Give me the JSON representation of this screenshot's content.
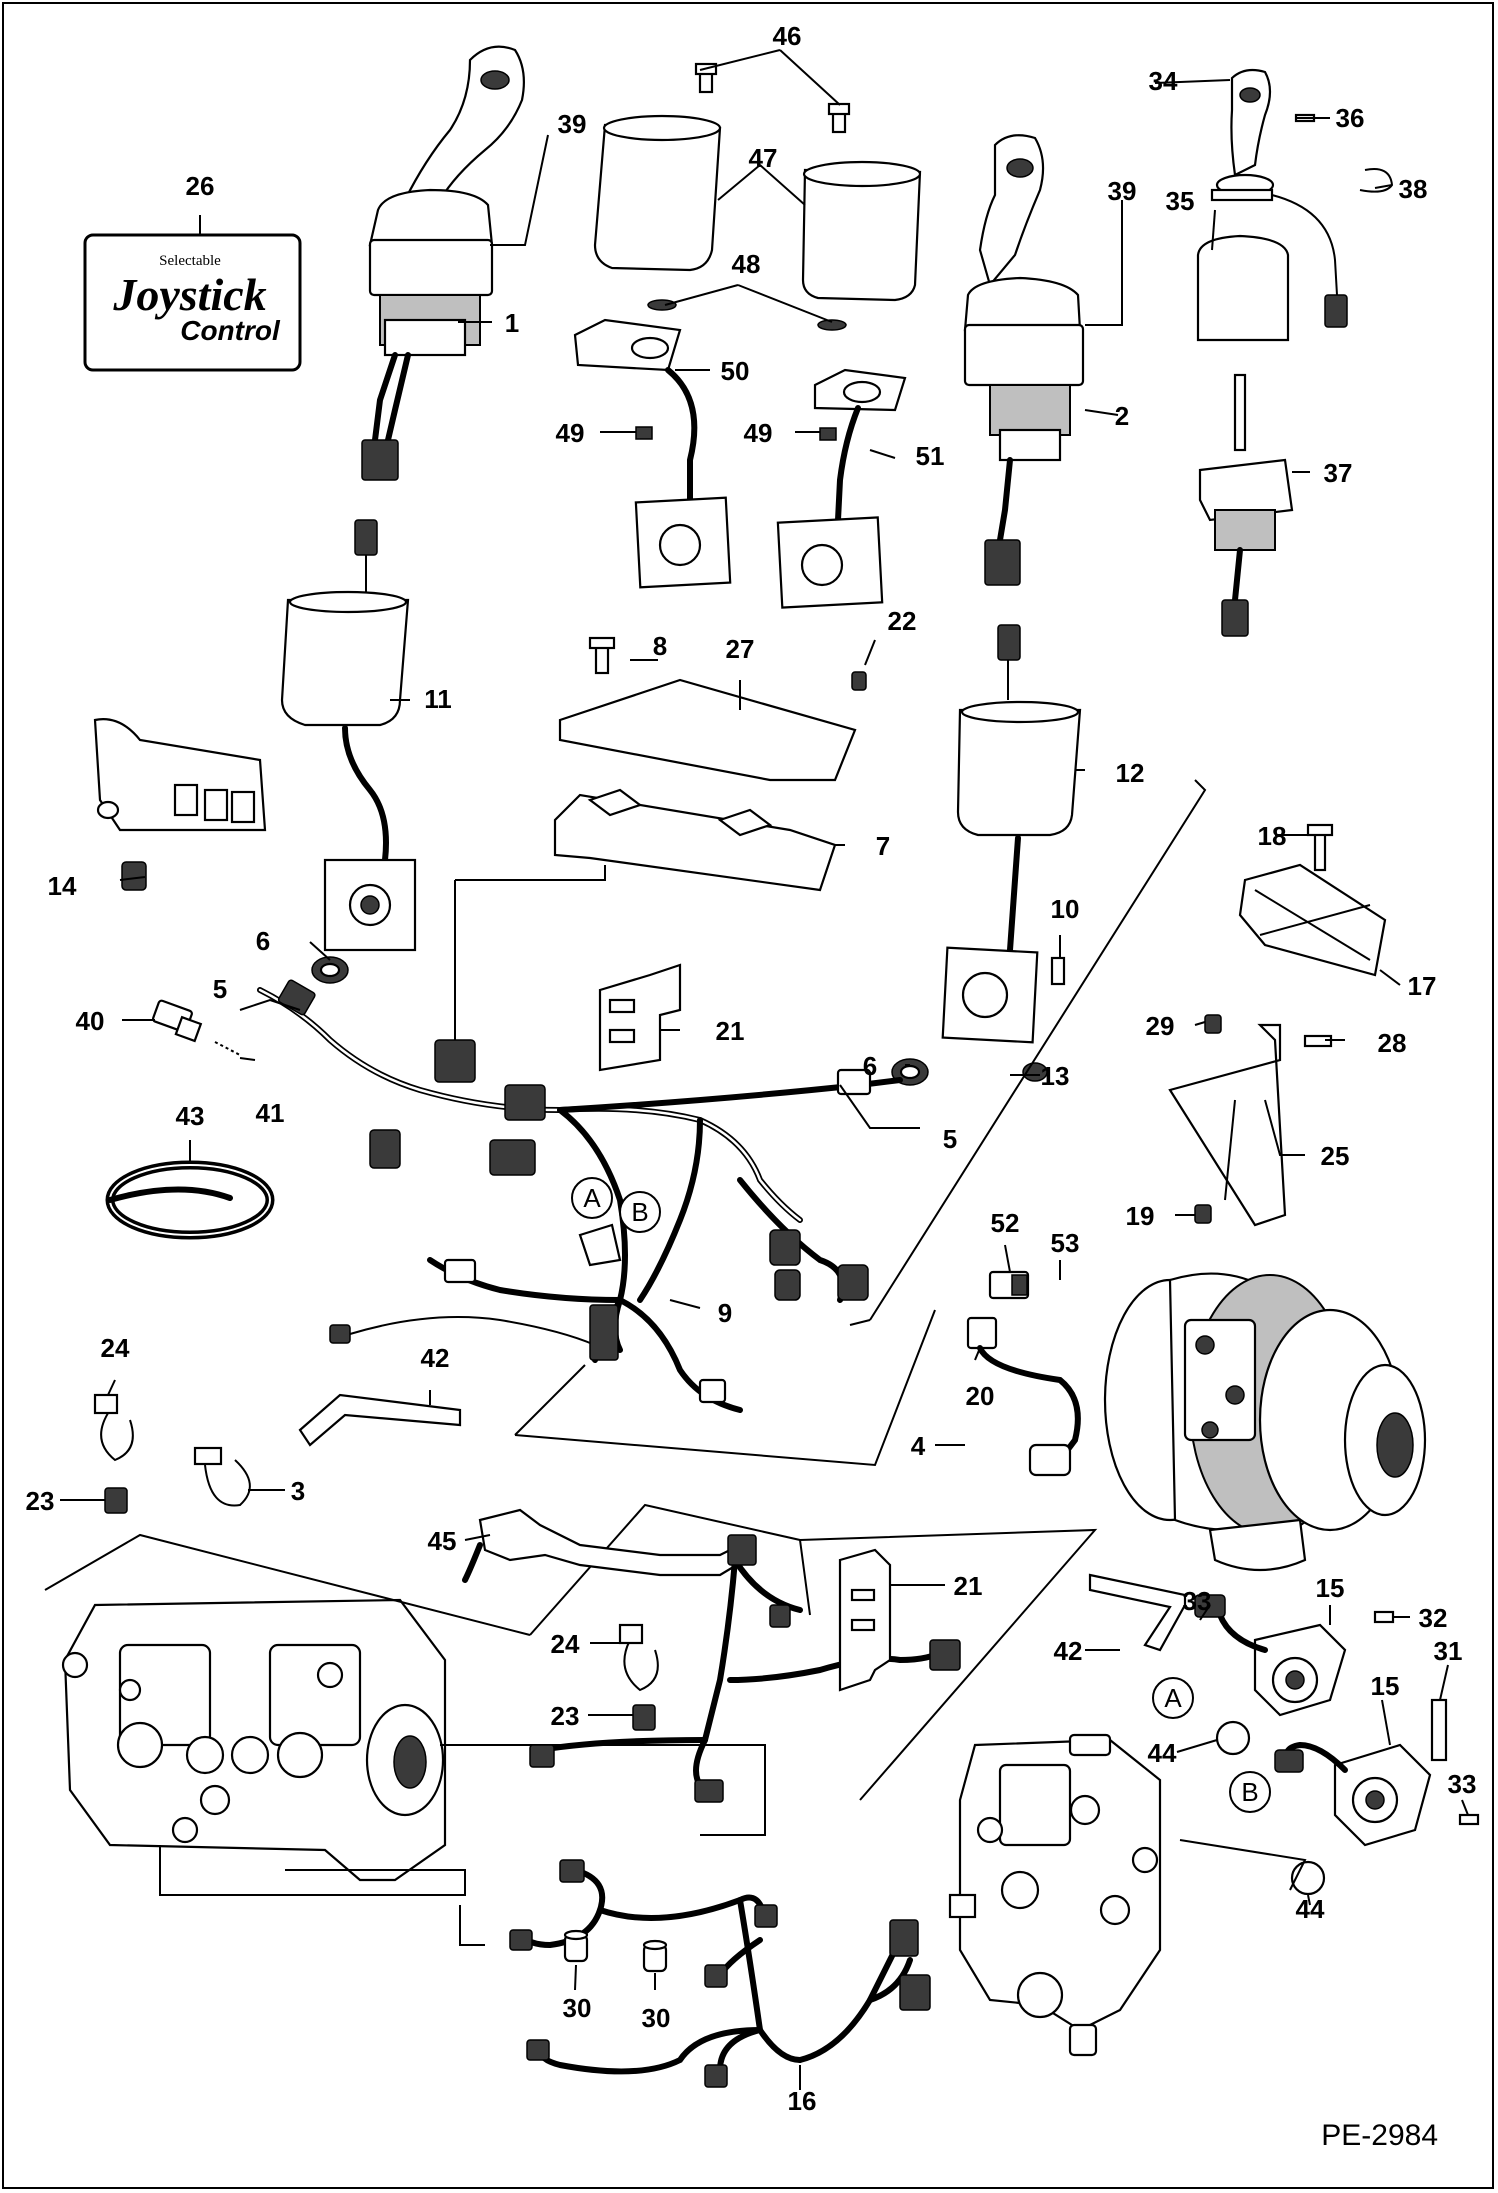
{
  "doc_id": "PE-2984",
  "decal": {
    "small": "Selectable",
    "line1": "Joystick",
    "line2": "Control"
  },
  "callouts": {
    "c1": "1",
    "c2": "2",
    "c3": "3",
    "c4": "4",
    "c5a": "5",
    "c5b": "5",
    "c6a": "6",
    "c6b": "6",
    "c7": "7",
    "c8": "8",
    "c9": "9",
    "c10": "10",
    "c11": "11",
    "c12": "12",
    "c13": "13",
    "c14": "14",
    "c15a": "15",
    "c15b": "15",
    "c16": "16",
    "c17": "17",
    "c18": "18",
    "c19": "19",
    "c20": "20",
    "c21a": "21",
    "c21b": "21",
    "c22": "22",
    "c23a": "23",
    "c23b": "23",
    "c24a": "24",
    "c24b": "24",
    "c25": "25",
    "c26": "26",
    "c27": "27",
    "c28": "28",
    "c29": "29",
    "c30a": "30",
    "c30b": "30",
    "c31": "31",
    "c32": "32",
    "c33a": "33",
    "c33b": "33",
    "c34": "34",
    "c35": "35",
    "c36": "36",
    "c37": "37",
    "c38": "38",
    "c39a": "39",
    "c39b": "39",
    "c40": "40",
    "c41": "41",
    "c42a": "42",
    "c42b": "42",
    "c43": "43",
    "c44a": "44",
    "c44b": "44",
    "c45": "45",
    "c46": "46",
    "c47": "47",
    "c48": "48",
    "c49a": "49",
    "c49b": "49",
    "c50": "50",
    "c51": "51",
    "c52": "52",
    "c53": "53"
  },
  "refs": {
    "A1": "A",
    "B1": "B",
    "A2": "A",
    "B2": "B"
  }
}
